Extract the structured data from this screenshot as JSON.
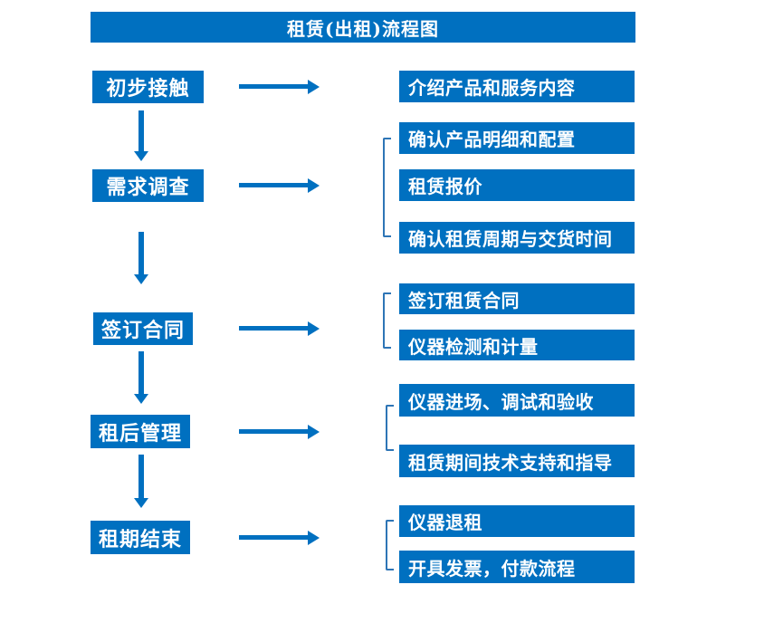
{
  "title": "租赁(出租)流程图",
  "colors": {
    "primary": "#0070c0",
    "bracket": "#2e75b6",
    "box_text": "#ffffff",
    "background": "#ffffff"
  },
  "steps": [
    {
      "label": "初步接触",
      "details": [
        "介绍产品和服务内容"
      ]
    },
    {
      "label": "需求调查",
      "details": [
        "确认产品明细和配置",
        "租赁报价",
        "确认租赁周期与交货时间"
      ]
    },
    {
      "label": "签订合同",
      "details": [
        "签订租赁合同",
        "仪器检测和计量"
      ]
    },
    {
      "label": "租后管理",
      "details": [
        "仪器进场、调试和验收",
        "租赁期间技术支持和指导"
      ]
    },
    {
      "label": "租期结束",
      "details": [
        "仪器退租",
        "开具发票，付款流程"
      ]
    }
  ]
}
